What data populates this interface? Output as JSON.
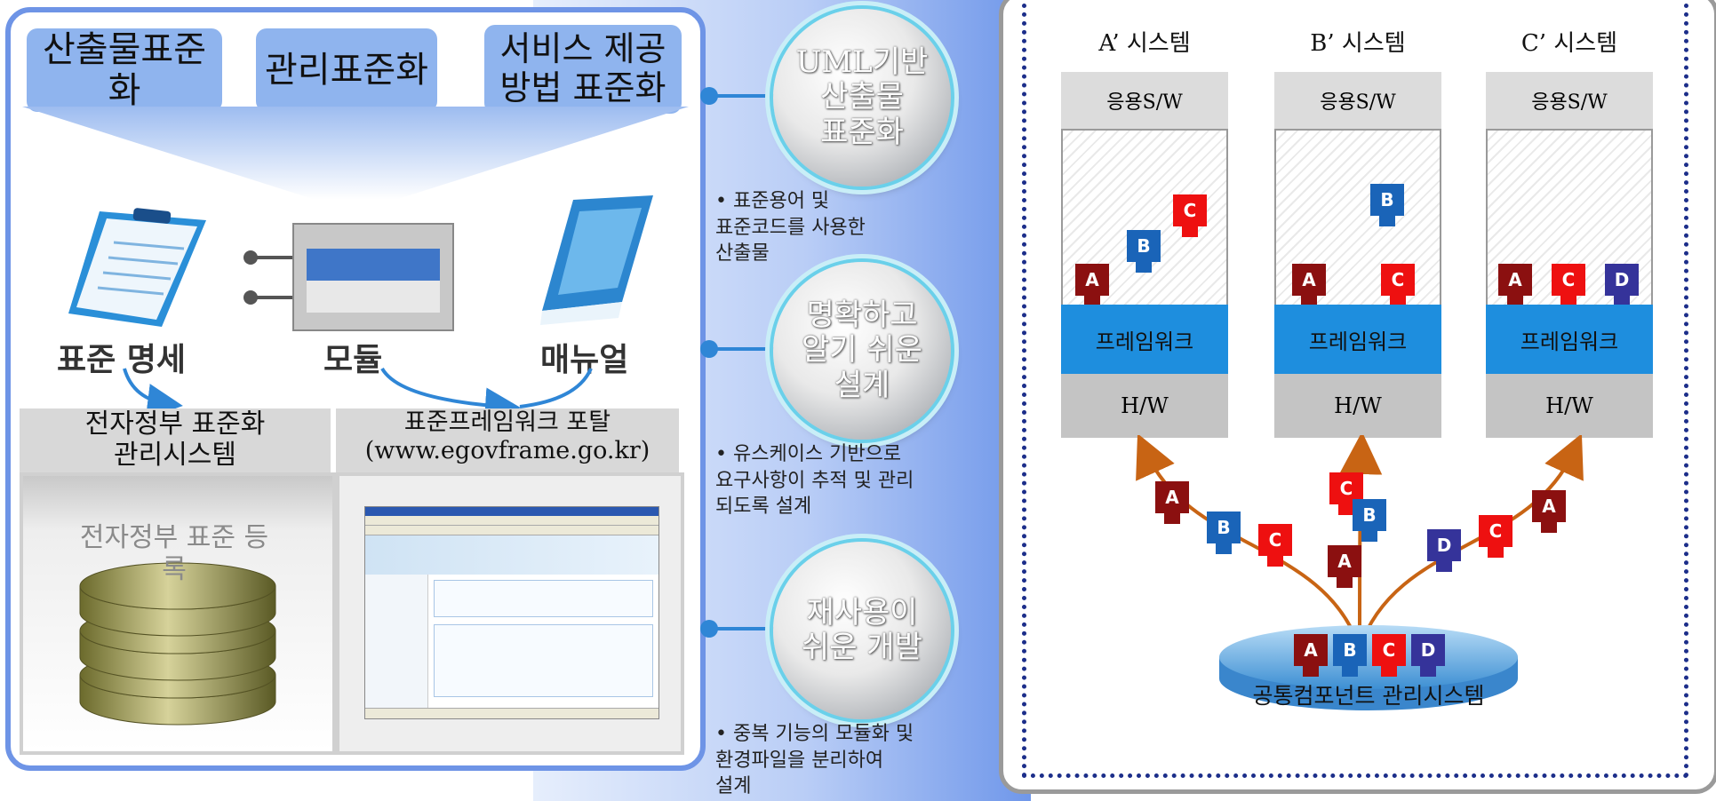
{
  "left_panel": {
    "top_boxes": [
      "산출물표준화",
      "관리표준화",
      "서비스 제공\n방법 표준화"
    ],
    "items": [
      {
        "label": "표준 명세",
        "icon": "clipboard-icon"
      },
      {
        "label": "모듈",
        "icon": "module-icon"
      },
      {
        "label": "매뉴얼",
        "icon": "book-icon"
      }
    ],
    "systems": [
      {
        "title": "전자정부 표준화\n관리시스템",
        "overlay": "전자정부 표준 등\n록"
      },
      {
        "title": "표준프레임워크 포탈\n(www.egovframe.go.kr)"
      }
    ]
  },
  "middle": {
    "circles": [
      "UML기반\n산출물\n표준화",
      "명확하고\n알기 쉬운\n설계",
      "재사용이\n쉬운 개발"
    ],
    "bullets": [
      "• 표준용어 및\n  표준코드를 사용한\n  산출물",
      "• 유스케이스 기반으로\n  요구사항이  추적 및 관리\n  되도록 설계",
      "• 중복 기능의 모듈화 및\n  환경파일을 분리하여\n  설계"
    ]
  },
  "right_panel": {
    "systems": [
      {
        "name": "A’ 시스템",
        "sw": "응용S/W",
        "fw": "프레임워크",
        "hw": "H/W"
      },
      {
        "name": "B’ 시스템",
        "sw": "응용S/W",
        "fw": "프레임워크",
        "hw": "H/W"
      },
      {
        "name": "C’ 시스템",
        "sw": "응용S/W",
        "fw": "프레임워크",
        "hw": "H/W"
      }
    ],
    "block_letters": {
      "A": "A",
      "B": "B",
      "C": "C",
      "D": "D"
    },
    "repository": "공통컴포넌트 관리시스템",
    "colors": {
      "A": "#8b1010",
      "B": "#1a64b8",
      "C": "#ee1010",
      "D": "#35339a",
      "framework": "#1e8ede",
      "arrow": "#c86414"
    }
  }
}
